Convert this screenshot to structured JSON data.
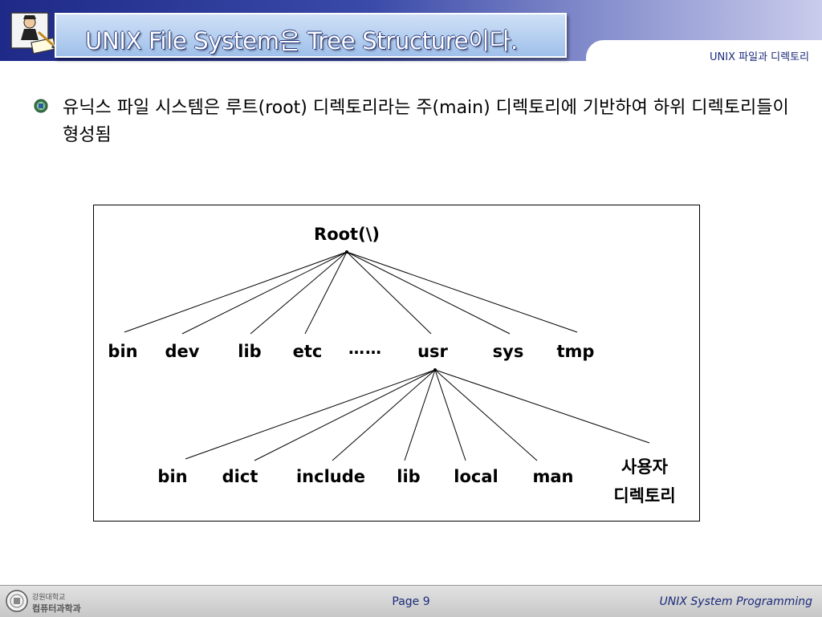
{
  "header": {
    "title": "UNIX File System은 Tree Structure이다.",
    "section_label": "UNIX 파일과 디렉토리"
  },
  "bullet": {
    "text": "유닉스 파일 시스템은 루트(root) 디렉토리라는 주(main) 디렉토리에 기반하여 하위 디렉토리들이 형성됨"
  },
  "diagram": {
    "root": "Root(\\)",
    "level1": [
      "bin",
      "dev",
      "lib",
      "etc",
      "usr",
      "sys",
      "tmp"
    ],
    "ellipsis": "……",
    "level2": [
      "bin",
      "dict",
      "include",
      "lib",
      "local",
      "man"
    ],
    "user_dir_line1": "사용자",
    "user_dir_line2": "디렉토리"
  },
  "footer": {
    "logo_line1": "강원대학교",
    "logo_line2": "컴퓨터과학과",
    "page": "Page 9",
    "course": "UNIX System Programming"
  },
  "colors": {
    "header_dark": "#1f2a88",
    "label_blue": "#1a2a7a"
  }
}
